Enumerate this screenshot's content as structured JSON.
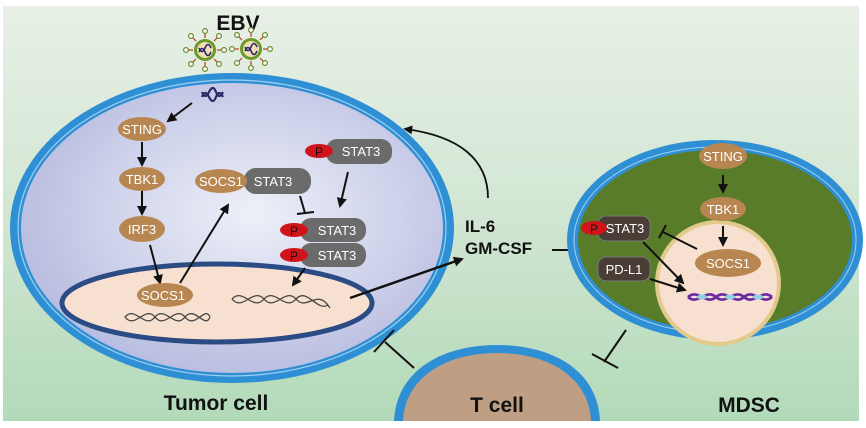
{
  "virus": {
    "label": "EBV"
  },
  "cells": {
    "tumor": {
      "label": "Tumor cell"
    },
    "tcell": {
      "label": "T cell"
    },
    "mdsc": {
      "label": "MDSC"
    }
  },
  "cytokines": {
    "line1": "IL-6",
    "line2": "GM-CSF"
  },
  "tumor_pathway": {
    "sting": "STING",
    "tbk1": "TBK1",
    "irf3": "IRF3",
    "socs1_nucleus": "SOCS1",
    "complex_socs1": "SOCS1",
    "complex_stat3": "STAT3",
    "pstat3_single": "STAT3",
    "pstat3_dimer_top": "STAT3",
    "pstat3_dimer_bottom": "STAT3",
    "phospho": "P"
  },
  "mdsc_pathway": {
    "sting": "STING",
    "tbk1": "TBK1",
    "socs1": "SOCS1",
    "pstat3": "STAT3",
    "pdl1": "PD-L1",
    "phospho": "P"
  },
  "colors": {
    "background_top": "#e6efe4",
    "background_bottom": "#b5dbbc",
    "membrane": "#2f8fd4",
    "tumor_cytoplasm": "#c4c9e6",
    "nucleus_fill": "#f8e0d0",
    "nucleus_border": "#2b4b85",
    "protein_tan": "#b88751",
    "stat3_gray": "#6b6b6b",
    "phospho_red": "#d0141a",
    "mdsc_cytoplasm": "#587c29",
    "mdsc_nucleus_border": "#e2c98c",
    "tcell_fill": "#bf9f84",
    "pdl1_dark": "#4a3d35"
  }
}
